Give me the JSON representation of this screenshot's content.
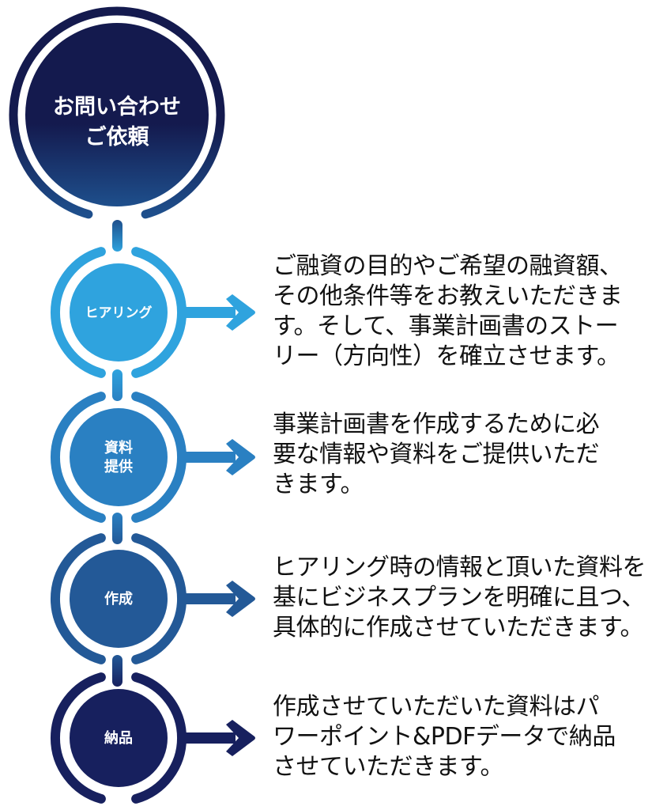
{
  "start": {
    "lines": [
      "お問い合わせ",
      "ご依頼"
    ],
    "color_top": "#141a4e",
    "color_bottom": "#1e4f8c"
  },
  "steps": [
    {
      "label_lines": [
        "ヒアリング"
      ],
      "color": "#2fa3de",
      "description_lines": [
        "ご融資の目的やご希望の融資額、",
        "その他条件等をお教えいただきま",
        "す。そして、事業計画書のストー",
        "リー（方向性）を確立させます。"
      ]
    },
    {
      "label_lines": [
        "資料",
        "提供"
      ],
      "color": "#2a80c2",
      "description_lines": [
        "事業計画書を作成するために必",
        "要な情報や資料をご提供いただ",
        "きます。"
      ]
    },
    {
      "label_lines": [
        "作成"
      ],
      "color": "#235997",
      "description_lines": [
        "ヒアリング時の情報と頂いた資料を",
        "基にビジネスプランを明確に且つ、",
        "具体的に作成させていただきます。"
      ]
    },
    {
      "label_lines": [
        "納品"
      ],
      "color": "#17205e",
      "description_lines": [
        "作成させていただいた資料はパ",
        "ワーポイント&PDFデータで納品",
        "させていただきます。"
      ]
    }
  ]
}
